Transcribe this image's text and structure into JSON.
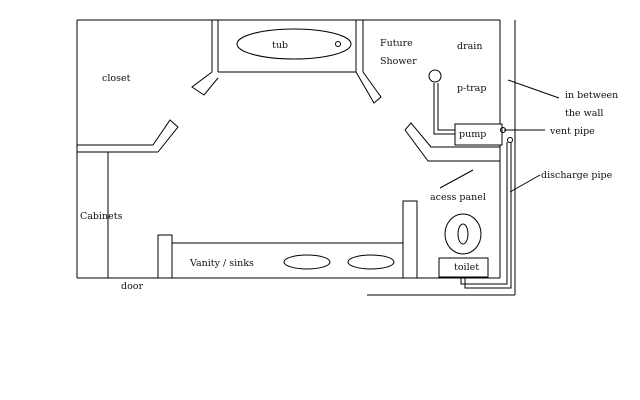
{
  "labels": {
    "tub": "tub",
    "future": "Future",
    "shower": "Shower",
    "drain": "drain",
    "ptrap": "p-trap",
    "closet": "closet",
    "pump": "pump",
    "in_between": "in between",
    "the_wall": "the wall",
    "vent_pipe": "vent pipe",
    "discharge_pipe": "discharge pipe",
    "access_panel": "acess panel",
    "cabinets": "Cabinets",
    "vanity": "Vanity / sinks",
    "toilet": "toilet",
    "door": "door"
  },
  "colors": {
    "line": "#000000",
    "background": "#ffffff"
  }
}
